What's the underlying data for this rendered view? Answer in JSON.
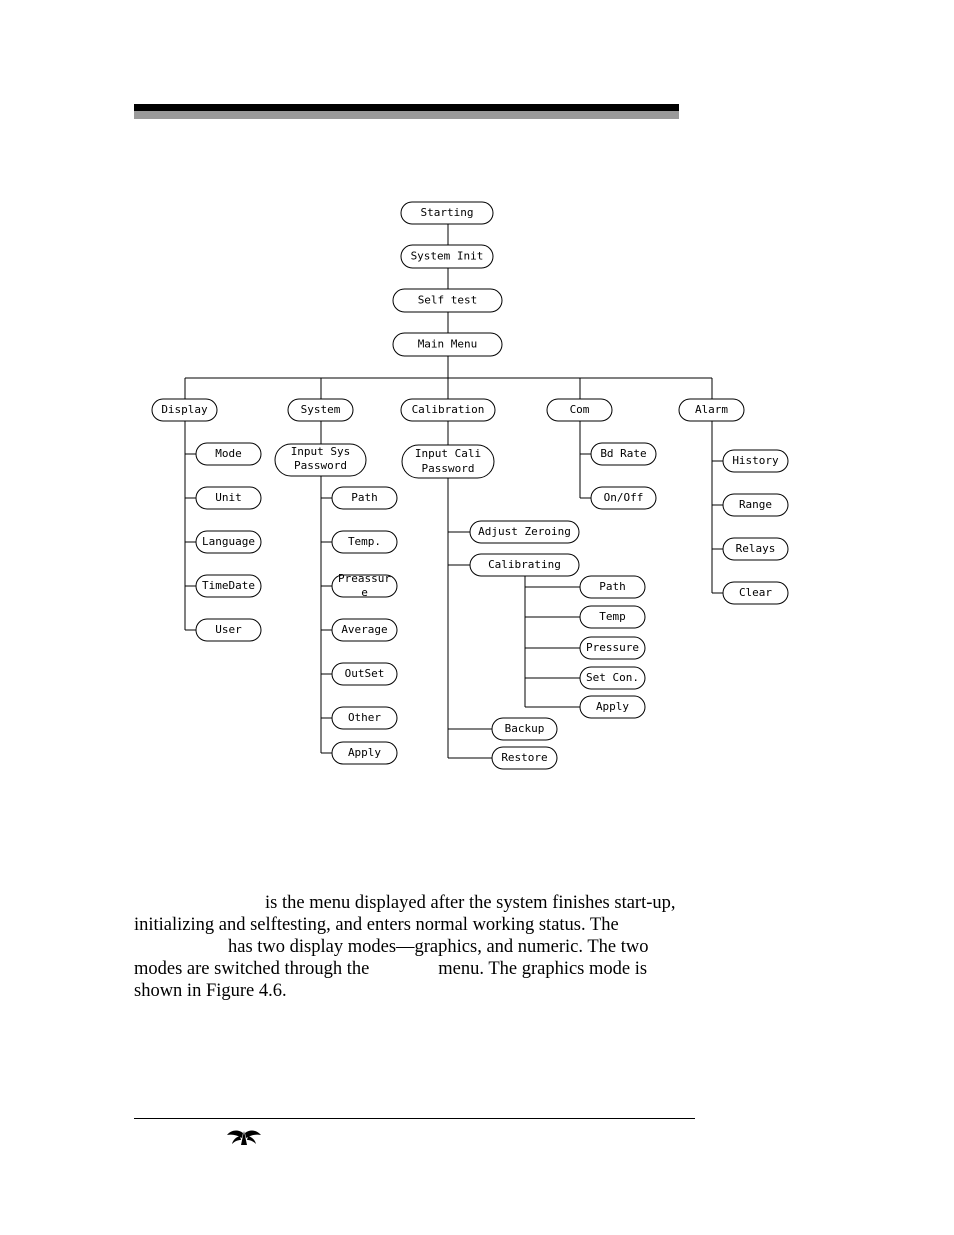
{
  "diagram": {
    "nodes": {
      "starting": "Starting",
      "system_init": "System Init",
      "selftest": "Self test",
      "main_menu": "Main  Menu",
      "display": "Display",
      "system": "System",
      "calibration": "Calibration",
      "com": "Com",
      "alarm": "Alarm",
      "display_mode": "Mode",
      "display_unit": "Unit",
      "display_language": "Language",
      "display_timedate": "TimeDate",
      "display_user": "User",
      "system_pw_1": "Input Sys",
      "system_pw_2": "Password",
      "system_path": "Path",
      "system_temp": "Temp.",
      "system_pressure_1": "Preassur",
      "system_pressure_2": "e",
      "system_average": "Average",
      "system_outset": "OutSet",
      "system_other": "Other",
      "system_apply": "Apply",
      "calib_pw_1": "Input Cali",
      "calib_pw_2": "Password",
      "calib_adjust": "Adjust Zeroing",
      "calib_calibrating": "Calibrating",
      "calib_path": "Path",
      "calib_temp": "Temp",
      "calib_pressure": "Pressure",
      "calib_setcon": "Set Con.",
      "calib_apply": "Apply",
      "calib_backup": "Backup",
      "calib_restore": "Restore",
      "com_bdrate": "Bd Rate",
      "com_onoff": "On/Off",
      "alarm_history": "History",
      "alarm_range": "Range",
      "alarm_relays": "Relays",
      "alarm_clear": "Clear"
    }
  },
  "body_text": {
    "line1": "is the menu displayed after the system finishes start-up,",
    "line2": "initializing and selftesting, and enters normal working status. The",
    "line3": "has two display modes—graphics, and numeric. The two",
    "line4a": "modes are switched through the",
    "line4b": "menu. The graphics mode is",
    "line5": "shown in Figure 4.6."
  }
}
